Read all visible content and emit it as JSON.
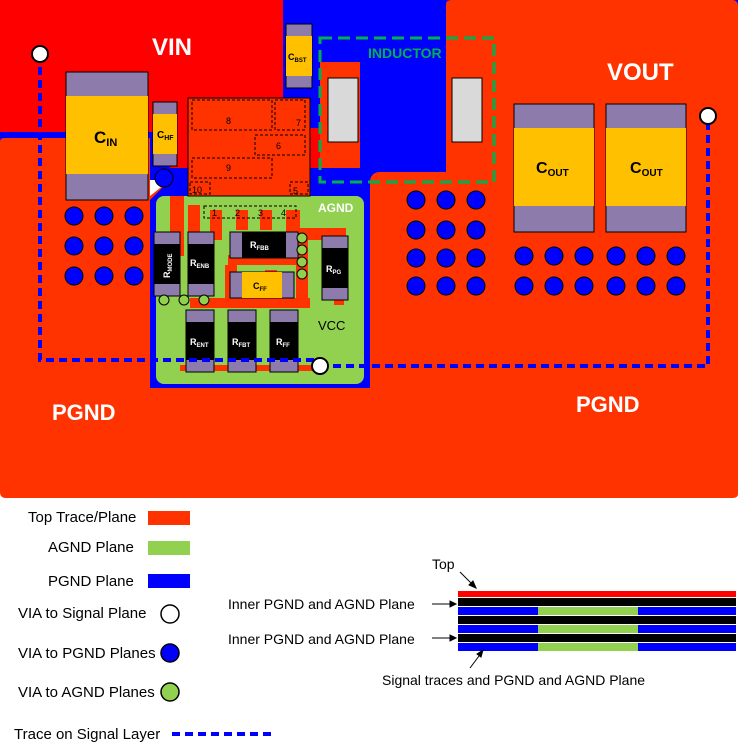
{
  "labels": {
    "vin": "VIN",
    "vout": "VOUT",
    "pgnd_left": "PGND",
    "pgnd_right": "PGND",
    "agnd": "AGND",
    "inductor": "INDUCTOR",
    "vcc": "VCC"
  },
  "components": {
    "cin": {
      "main": "C",
      "sub": "IN"
    },
    "chf": {
      "main": "C",
      "sub": "HF"
    },
    "cbst": {
      "main": "C",
      "sub": "BST"
    },
    "cout1": {
      "main": "C",
      "sub": "OUT"
    },
    "cout2": {
      "main": "C",
      "sub": "OUT"
    },
    "rmode": {
      "main": "R",
      "sub": "MODE"
    },
    "renb": {
      "main": "R",
      "sub": "ENB"
    },
    "rfbb": {
      "main": "R",
      "sub": "FBB"
    },
    "rpg": {
      "main": "R",
      "sub": "PG"
    },
    "cff": {
      "main": "C",
      "sub": "FF"
    },
    "rent": {
      "main": "R",
      "sub": "ENT"
    },
    "rfbt": {
      "main": "R",
      "sub": "FBT"
    },
    "rff": {
      "main": "R",
      "sub": "FF"
    }
  },
  "ic_pins": [
    "1",
    "2",
    "3",
    "4",
    "5",
    "6",
    "7",
    "8",
    "9",
    "10"
  ],
  "legend": {
    "top_trace": "Top Trace/Plane",
    "agnd_plane": "AGND Plane",
    "pgnd_plane": "PGND Plane",
    "via_signal": "VIA to Signal Plane",
    "via_pgnd": "VIA to PGND Planes",
    "via_agnd": "VIA to AGND Planes",
    "trace_signal": "Trace on Signal Layer"
  },
  "stackup": {
    "top": "Top",
    "inner1": "Inner PGND and AGND Plane",
    "inner2": "Inner PGND and AGND Plane",
    "bottom": "Signal traces and PGND and AGND Plane"
  },
  "colors": {
    "top_trace": "#ff3300",
    "vin_red": "#ff0000",
    "agnd": "#92d050",
    "pgnd": "#0000ff",
    "component_body": "#ffc000",
    "component_cap": "#8c7bab",
    "inductor": "#00b050",
    "black": "#000000"
  }
}
